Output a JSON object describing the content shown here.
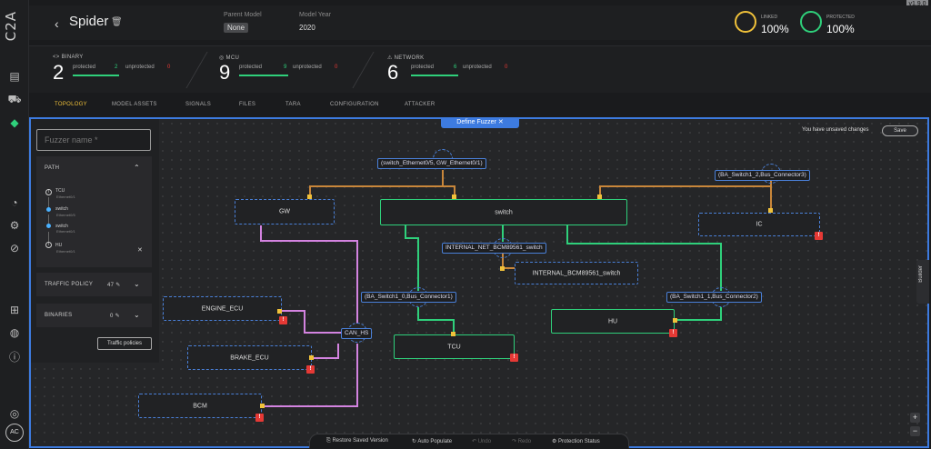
{
  "app": {
    "logo": "C2A",
    "version": "v1.9.0"
  },
  "header": {
    "title": "Spider",
    "parent_model_label": "Parent Model",
    "parent_model_value": "None",
    "model_year_label": "Model Year",
    "model_year_value": "2020",
    "linked_label": "LINKED",
    "linked_value": "100%",
    "linked_color": "#f0c13a",
    "protected_label": "PROTECTED",
    "protected_value": "100%",
    "protected_color": "#2fd07b"
  },
  "stats": [
    {
      "label": "BINARY",
      "icon": "code-icon",
      "icon_glyph": "<>",
      "total": "2",
      "protected_label": "protected",
      "protected": "2",
      "unprotected_label": "unprotected",
      "unprotected": "0"
    },
    {
      "label": "MCU",
      "icon": "chip-icon",
      "icon_glyph": "◎",
      "total": "9",
      "protected_label": "protected",
      "protected": "9",
      "unprotected_label": "unprotected",
      "unprotected": "0"
    },
    {
      "label": "NETWORK",
      "icon": "network-icon",
      "icon_glyph": "⚠",
      "total": "6",
      "protected_label": "protected",
      "protected": "6",
      "unprotected_label": "unprotected",
      "unprotected": "0"
    }
  ],
  "tabs": [
    "TOPOLOGY",
    "MODEL ASSETS",
    "SIGNALS",
    "FILES",
    "TARA",
    "CONFIGURATION",
    "ATTACKER"
  ],
  "canvas": {
    "mode_tab": "Define Fuzzer",
    "unsaved_text": "You have unsaved changes",
    "save_label": "Save",
    "builder_label": "Builder"
  },
  "fuzzer": {
    "name_placeholder": "Fuzzer name *",
    "path_title": "PATH",
    "path": [
      {
        "name": "TCU",
        "sub": "Ethernet0/1"
      },
      {
        "name": "switch",
        "sub": "Ethernet0/5"
      },
      {
        "name": "switch",
        "sub": "Ethernet0/1"
      },
      {
        "name": "HU",
        "sub": "Ethernet0/1"
      }
    ],
    "traffic_policy_label": "TRAFFIC POLICY",
    "traffic_policy_count": "47",
    "binaries_label": "BINARIES",
    "binaries_count": "0",
    "traffic_policies_button": "Traffic policies"
  },
  "nodes": {
    "gw": "GW",
    "switch": "switch",
    "ic": "IC",
    "engine": "ENGINE_ECU",
    "brake": "BRAKE_ECU",
    "bcm": "BCM",
    "tcu": "TCU",
    "hu": "HU",
    "internal_switch": "INTERNAL_BCM89561_switch"
  },
  "buses": {
    "switch_eth": "(switch_Ethernet0/5, GW_Ethernet0/1)",
    "ba_switch_2": "(BA_Switch1_2,Bus_Connector3)",
    "internal_net": "INTERNAL_NET_BCM89561_switch",
    "ba_switch_0": "(BA_Switch1_0,Bus_Connector1)",
    "ba_switch_1": "(BA_Switch1_1,Bus_Connector2)",
    "can_hs": "CAN_HS"
  },
  "toolbar": {
    "restore": "Restore Saved Version",
    "auto_populate": "Auto Populate",
    "undo": "Undo",
    "redo": "Redo",
    "protection_status": "Protection Status"
  },
  "colors": {
    "accent_blue": "#3d7be0",
    "green": "#2fd07b",
    "orange": "#c8863a",
    "pink": "#d383e0",
    "red": "#e53935",
    "yellow": "#f0c13a"
  }
}
